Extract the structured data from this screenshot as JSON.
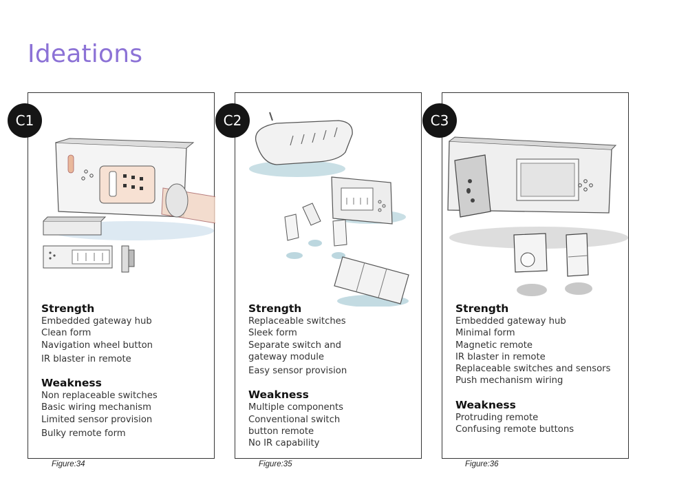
{
  "page": {
    "title": "Ideations"
  },
  "concepts": [
    {
      "badge": "C1",
      "caption": "Figure:34",
      "strength_heading": "Strength",
      "strengths": [
        "Embedded gateway hub",
        "Clean form",
        "Navigation wheel button",
        "IR blaster in remote"
      ],
      "weakness_heading": "Weakness",
      "weaknesses": [
        "Non replaceable switches",
        "Basic wiring mechanism",
        "Limited sensor provision",
        "Bulky remote form"
      ]
    },
    {
      "badge": "C2",
      "caption": "Figure:35",
      "strength_heading": "Strength",
      "strengths": [
        "Replaceable switches",
        "Sleek form",
        "Separate switch and",
        "gateway module",
        "Easy sensor provision"
      ],
      "weakness_heading": "Weakness",
      "weaknesses": [
        "Multiple components",
        "Conventional switch",
        "button remote",
        "No IR capability"
      ]
    },
    {
      "badge": "C3",
      "caption": "Figure:36",
      "strength_heading": "Strength",
      "strengths": [
        "Embedded gateway hub",
        "Minimal form",
        "Magnetic remote",
        "IR blaster in remote",
        "Replaceable switches and sensors",
        "Push mechanism wiring"
      ],
      "weakness_heading": "Weakness",
      "weaknesses": [
        "Protruding remote",
        "Confusing remote buttons"
      ]
    }
  ]
}
